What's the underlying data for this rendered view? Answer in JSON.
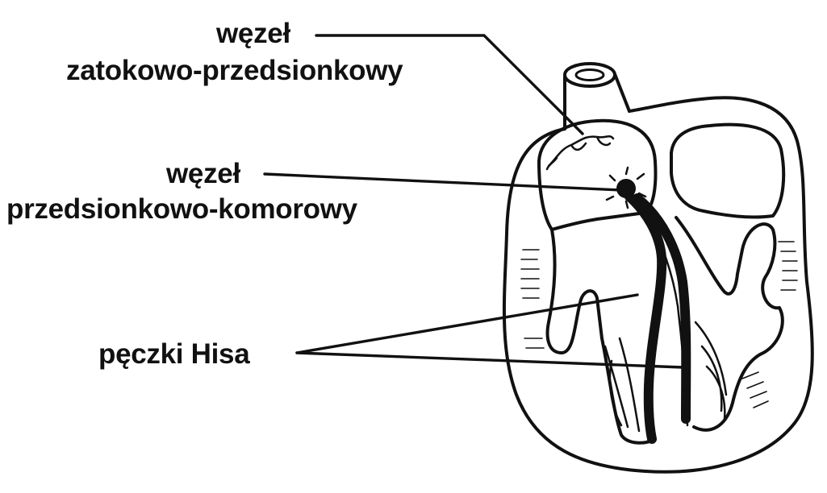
{
  "labels": {
    "sa_node": {
      "line1": "węzeł",
      "line2": "zatokowo-przedsionkowy"
    },
    "av_node": {
      "line1": "węzeł",
      "line2": "przedsionkowo-komorowy"
    },
    "his_bundle": {
      "line1": "pęczki Hisa"
    }
  }
}
